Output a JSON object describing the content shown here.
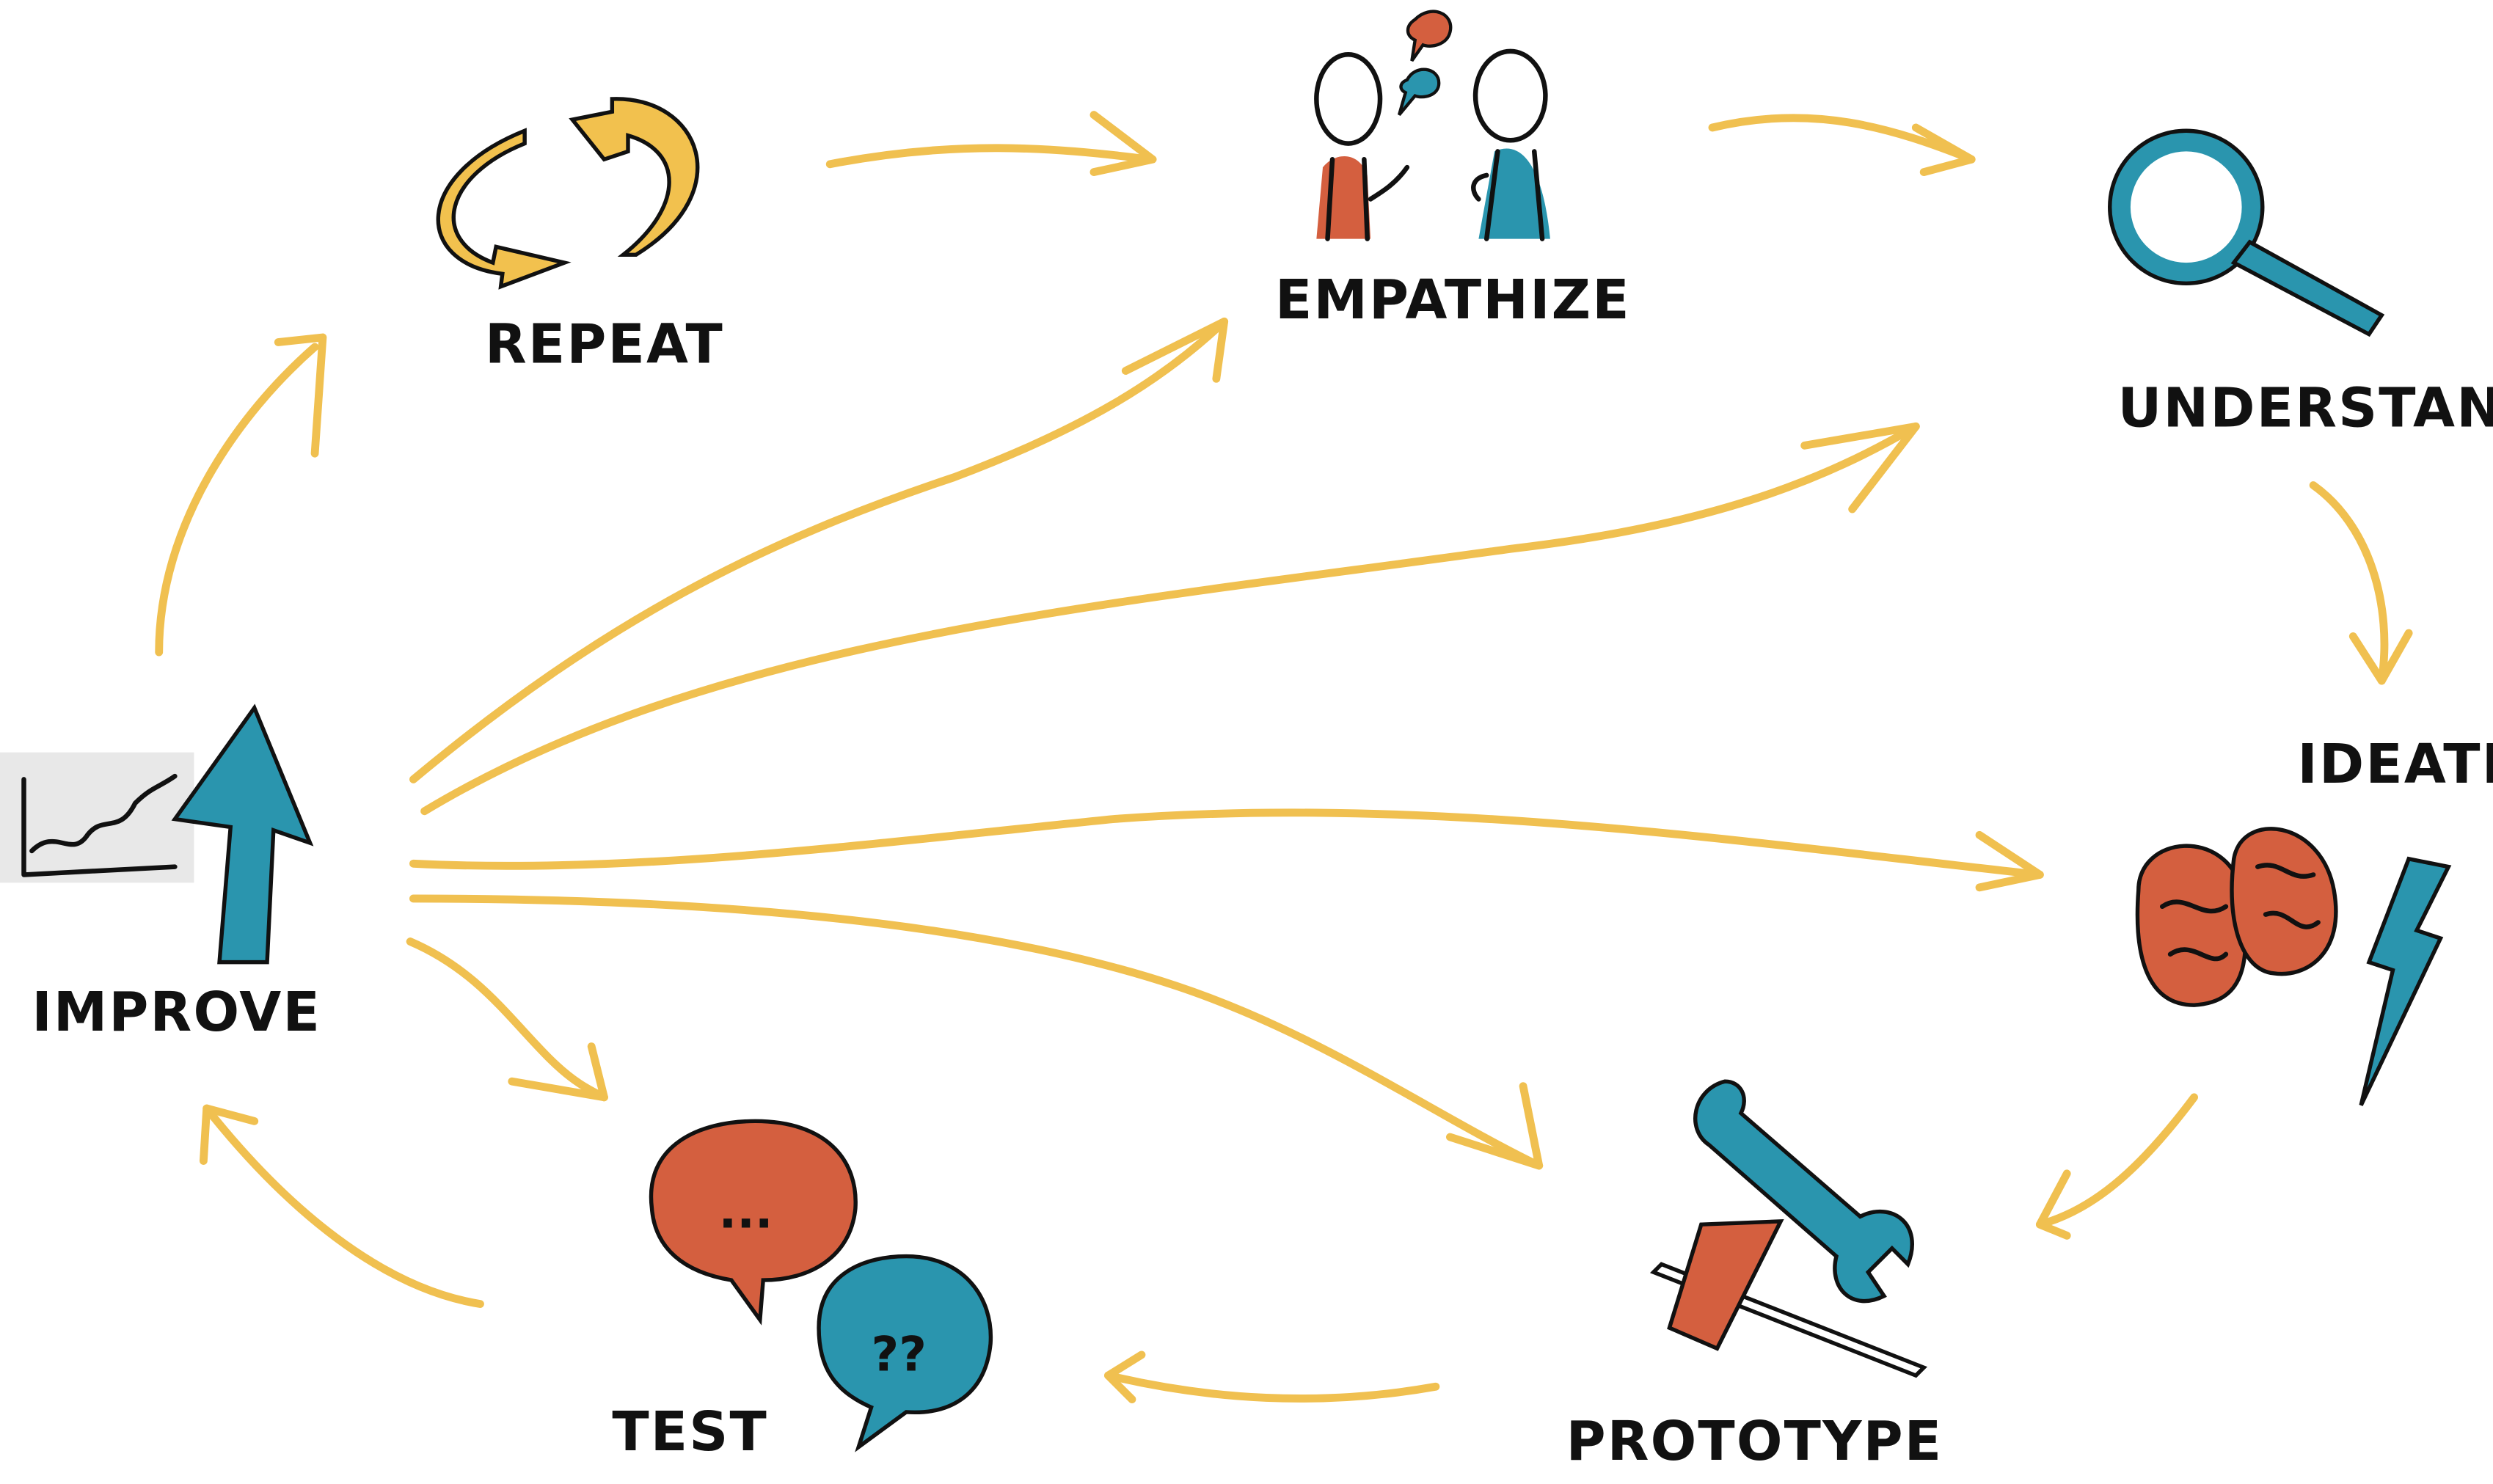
{
  "diagram": {
    "title": "Design thinking cycle",
    "colors": {
      "arrow": "#f0c050",
      "accent_red": "#d45f3f",
      "accent_teal": "#2a95ae",
      "ink": "#111111"
    },
    "stages": {
      "repeat": {
        "label": "REPEAT",
        "icon": "cycle-arrows-icon"
      },
      "empathize": {
        "label": "EMPATHIZE",
        "icon": "two-people-talking-icon"
      },
      "understand": {
        "label": "UNDERSTAND",
        "icon": "magnifying-glass-icon"
      },
      "ideate": {
        "label": "IDEATE",
        "icon": "brain-lightning-icon"
      },
      "prototype": {
        "label": "PROTOTYPE",
        "icon": "wrench-hammer-icon"
      },
      "test": {
        "label": "TEST",
        "icon": "speech-bubbles-icon",
        "bubble1": "...",
        "bubble2": "??"
      },
      "improve": {
        "label": "IMPROVE",
        "icon": "growth-chart-arrow-icon"
      }
    }
  }
}
